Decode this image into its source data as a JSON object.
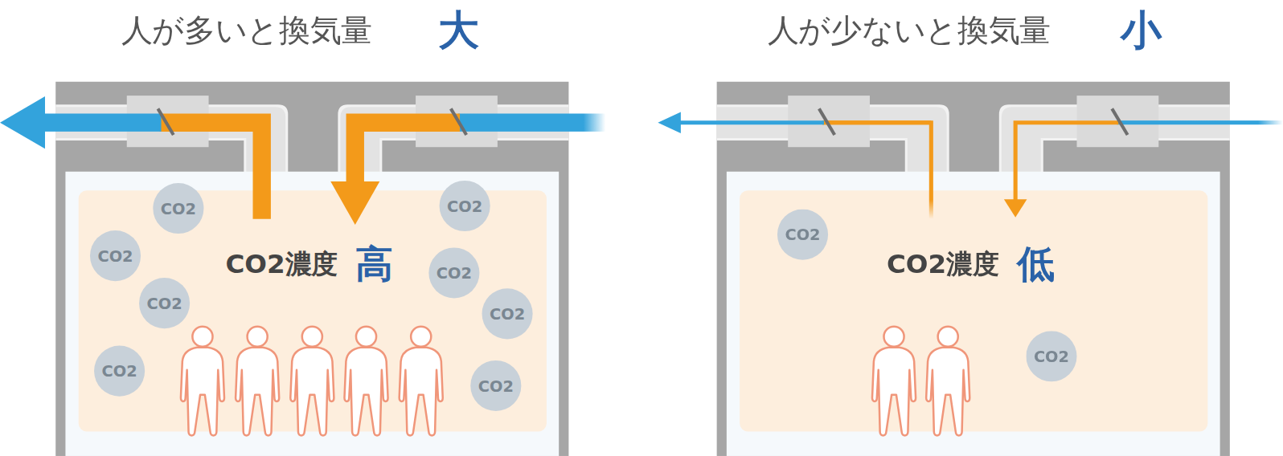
{
  "diagram": {
    "nodes": [
      {
        "text": [
          "CO2濃度",
          "高"
        ]
      },
      {
        "text": [
          "CO2"
        ],
        "in": 0
      },
      {
        "text": [
          "CO2"
        ],
        "in": 0
      },
      {
        "text": [
          "CO2"
        ],
        "in": 0
      },
      {
        "text": [
          "CO2"
        ],
        "in": 0
      },
      {
        "text": [
          "CO2"
        ],
        "in": 0
      },
      {
        "text": [
          "CO2"
        ],
        "in": 0
      },
      {
        "text": [
          "CO2"
        ],
        "in": 0
      },
      {
        "text": [
          "CO2"
        ],
        "in": 0
      },
      {
        "text": [
          "CO2濃度",
          "低"
        ]
      },
      {
        "text": [
          "CO2"
        ],
        "in": 9
      },
      {
        "text": [
          "CO2"
        ],
        "in": 9
      }
    ],
    "labels": [
      "人が多いと換気量",
      "大",
      "人が少ないと換気量",
      "小"
    ]
  }
}
